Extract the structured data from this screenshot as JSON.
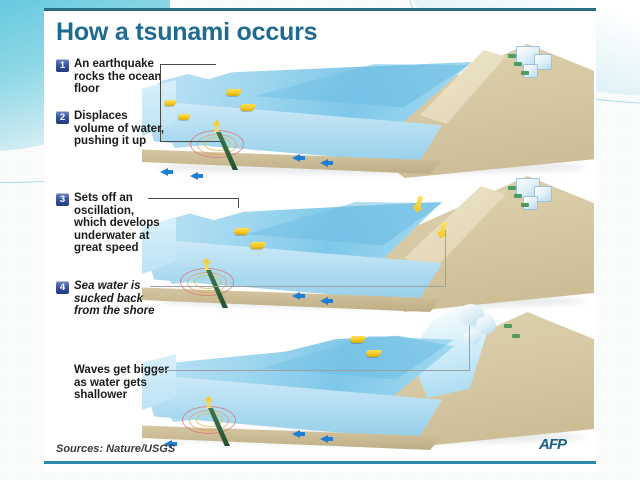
{
  "slide": {
    "background_color": "#fbfcfc",
    "accent_color": "#5fc6dd"
  },
  "infographic": {
    "title": "How a tsunami occurs",
    "title_color": "#1d6a92",
    "sources": "Sources: Nature/USGS",
    "credit": "AFP",
    "rule_color": "#2b8aa8",
    "steps": [
      {
        "number": "1",
        "text": "An earthquake rocks the ocean floor",
        "italic": false
      },
      {
        "number": "2",
        "text": "Displaces volume of water, pushing it up",
        "italic": false
      },
      {
        "number": "3",
        "text": "Sets off an oscillation, which develops underwater at great speed",
        "italic": false
      },
      {
        "number": "4",
        "text": "Sea water is sucked back from the shore",
        "italic": true
      }
    ],
    "final_caption": {
      "text": "Waves get bigger as water gets shallower",
      "italic": false
    },
    "panels": [
      {
        "id": "panel-1",
        "label": "earthquake-displaces-water",
        "boat_count": 5,
        "seafloor_arrows": 4,
        "quake_rings": 3
      },
      {
        "id": "panel-2",
        "label": "oscillation-and-water-withdrawal",
        "boat_count": 4,
        "seafloor_arrows": 2,
        "quake_rings": 3
      },
      {
        "id": "panel-3",
        "label": "waves-grow-in-shallow-water",
        "boat_count": 2,
        "seafloor_arrows": 2,
        "quake_rings": 3
      }
    ],
    "legend_colors": {
      "water": "#9fd6ef",
      "sand": "#d6c9a4",
      "boat": "#f3c722",
      "tectonic_arrow": "#1e7fd4",
      "quake_ring": "#e06a6a",
      "vegetation": "#4f9c62"
    }
  }
}
